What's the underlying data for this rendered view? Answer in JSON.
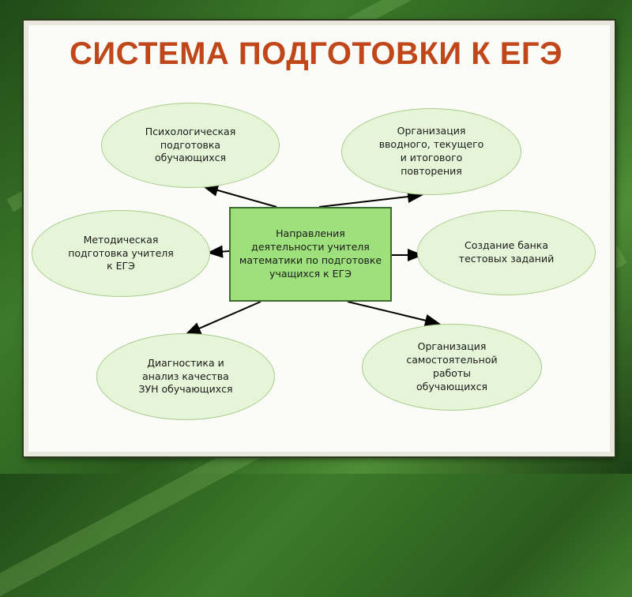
{
  "slide": {
    "title": "СИСТЕМА ПОДГОТОВКИ К ЕГЭ"
  },
  "diagram": {
    "center": "Направления\nдеятельности учителя\nматематики по подготовке\nучащихся к ЕГЭ",
    "nodes": [
      {
        "label": "Психологическая\nподготовка\nобучающихся"
      },
      {
        "label": "Организация\nвводного, текущего\nи итогового\nповторения"
      },
      {
        "label": "Методическая\nподготовка учителя\nк ЕГЭ"
      },
      {
        "label": "Создание банка\nтестовых заданий"
      },
      {
        "label": "Диагностика и\nанализ качества\nЗУН обучающихся"
      },
      {
        "label": "Организация\nсамостоятельной\nработы\nобучающихся"
      }
    ]
  },
  "colors": {
    "title": "#c0471a",
    "node_fill": "#e6f5d8",
    "center_fill": "#9ee07c",
    "background": "#3d7a2a"
  }
}
